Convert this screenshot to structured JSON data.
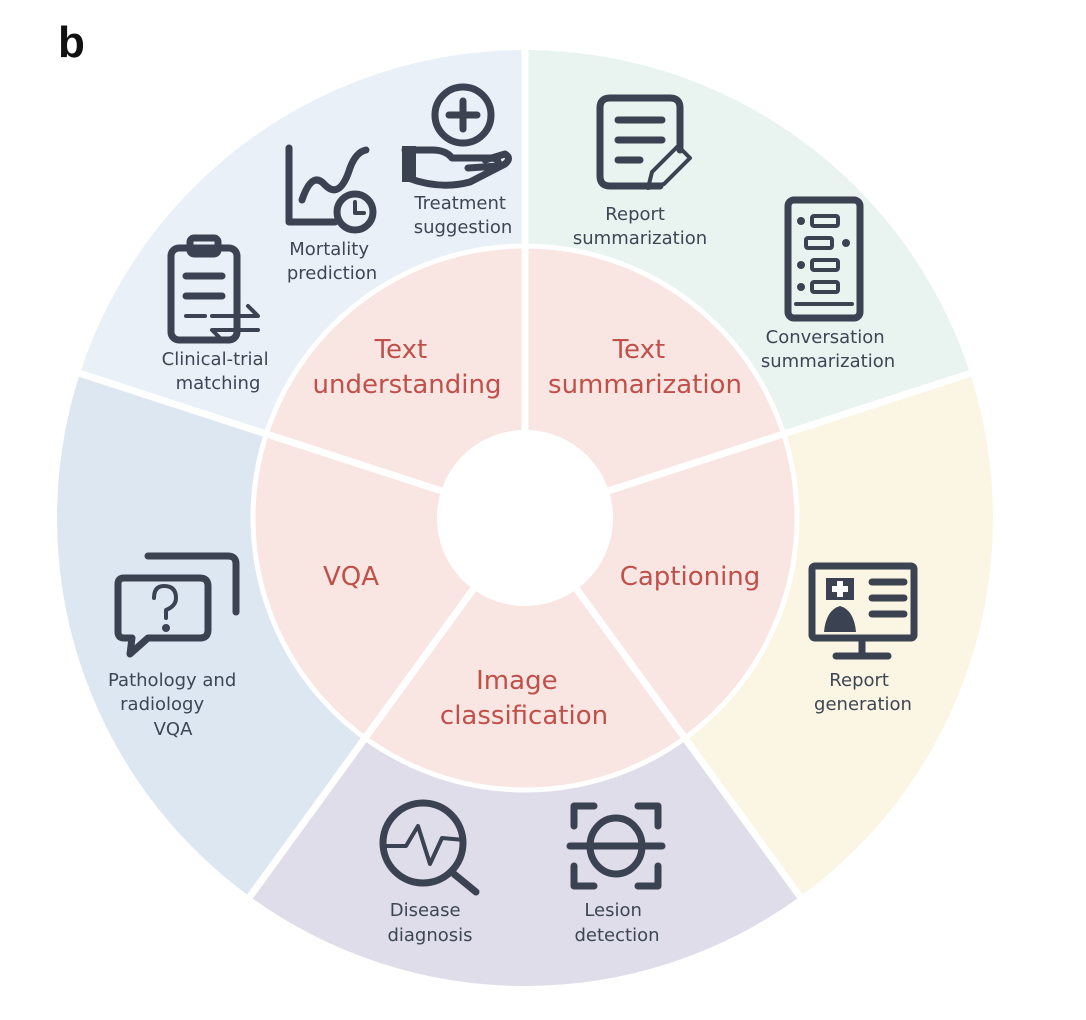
{
  "panel_label": "b",
  "colors": {
    "inner_ring": "#f9e6e3",
    "text_understanding_sector": "#eaf0f7",
    "text_summarization_sector": "#e9f3ef",
    "captioning_sector": "#fbf6e4",
    "image_classification_sector": "#dedde9",
    "vqa_sector": "#dde7f2",
    "inner_text": "#c0504a",
    "outer_text": "#3d4654",
    "icon": "#3b4252"
  },
  "inner": {
    "text_understanding": [
      "Text",
      "understanding"
    ],
    "text_summarization": [
      "Text",
      "summarization"
    ],
    "captioning": "Captioning",
    "image_classification": [
      "Image",
      "classification"
    ],
    "vqa": "VQA"
  },
  "outer": {
    "treatment_suggestion": [
      "Treatment",
      "suggestion"
    ],
    "mortality_prediction": [
      "Mortality",
      "prediction"
    ],
    "clinical_trial_matching": [
      "Clinical-trial",
      "matching"
    ],
    "report_summarization": [
      "Report",
      "summarization"
    ],
    "conversation_summarization": [
      "Conversation",
      "summarization"
    ],
    "report_generation": [
      "Report",
      "generation"
    ],
    "disease_diagnosis": [
      "Disease",
      "diagnosis"
    ],
    "lesion_detection": [
      "Lesion",
      "detection"
    ],
    "pathology_radiology_vqa": [
      "Pathology and",
      "radiology",
      "VQA"
    ]
  }
}
